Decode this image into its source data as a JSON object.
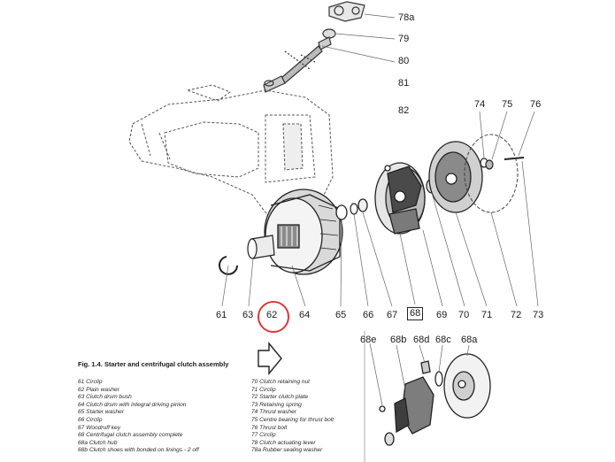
{
  "figure": {
    "caption": "Fig. 1.4. Starter and centrifugal clutch assembly",
    "part_numbers": {
      "n78a": "78a",
      "n79": "79",
      "n80": "80",
      "n81": "81",
      "n82": "82",
      "n74": "74",
      "n75": "75",
      "n76": "76",
      "n61": "61",
      "n62": "62",
      "n63": "63",
      "n64": "64",
      "n65": "65",
      "n66": "66",
      "n67": "67",
      "n68": "68",
      "n69": "69",
      "n70": "70",
      "n71": "71",
      "n72": "72",
      "n73": "73",
      "n68e": "68e",
      "n68b": "68b",
      "n68d": "68d",
      "n68c": "68c",
      "n68a": "68a"
    },
    "highlighted_part": "62",
    "boxed_part": "68",
    "highlight_color": "#d83a3a"
  },
  "legend": {
    "left": [
      "61 Circlip",
      "62 Plain washer",
      "63 Clutch drum bush",
      "64 Clutch drum with integral driving pinion",
      "65 Starter washer",
      "66 Circlip",
      "67 Woodruff key",
      "68 Centrifugal clutch assembly complete",
      "68a Clutch hub",
      "68b Clutch shoes with bonded on linings - 2 off"
    ],
    "right": [
      "70 Clutch retaining nut",
      "71 Circlip",
      "72 Starter clutch plate",
      "73 Retaining spring",
      "74 Thrust washer",
      "75 Centre bearing for thrust bolt",
      "76 Thrust bolt",
      "77 Circlip",
      "78 Clutch actuating lever",
      "78a Rubber sealing washer"
    ]
  },
  "icons": {
    "arrow": "right-arrow-icon"
  }
}
